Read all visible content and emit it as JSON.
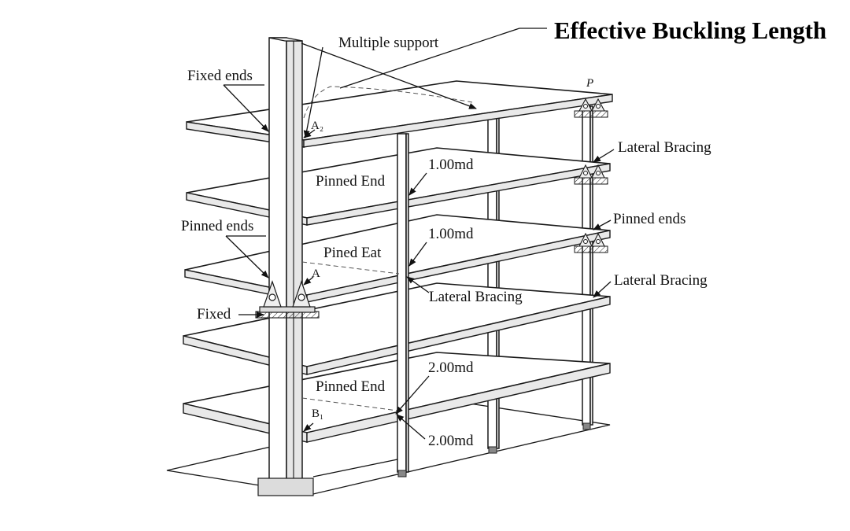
{
  "title": "Effective Buckling Length",
  "labels": {
    "multiple_support": "Multiple support",
    "fixed_ends": "Fixed ends",
    "pinned_end_top": "Pinned End",
    "pinned_ends_left": "Pinned ends",
    "pined_eat": "Pined Eat",
    "fixed": "Fixed",
    "pinned_end_bottom": "Pinned End",
    "dim_1": "1.00md",
    "dim_2": "1.00md",
    "dim_3": "2.00md",
    "dim_4": "2.00md",
    "lateral_bracing_mid": "Lateral Bracing",
    "lateral_bracing_right_top": "Lateral Bracing",
    "pinned_ends_right": "Pinned ends",
    "lateral_bracing_right_bottom": "Lateral Bracing",
    "point_a2": "A₂",
    "point_a": "A",
    "point_b1": "B₁",
    "load_p": "P"
  }
}
